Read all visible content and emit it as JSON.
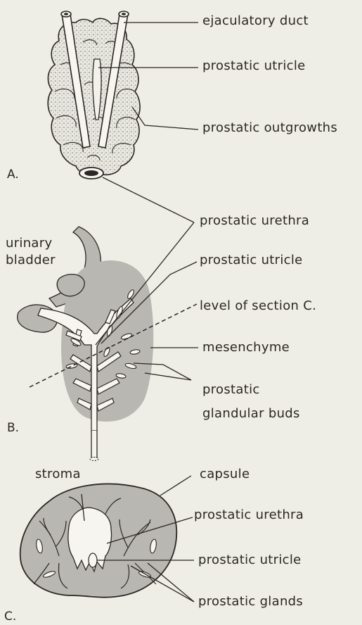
{
  "colors": {
    "background": "#efeee6",
    "ink": "#2b2724",
    "tissue": "#b9b7b2",
    "tissue_dark": "#9a9894",
    "duct": "#f6f5ef"
  },
  "panel_a": {
    "letter": "A.",
    "labels": {
      "ejaculatory_duct": "ejaculatory duct",
      "prostatic_utricle": "prostatic utricle",
      "prostatic_outgrowths": "prostatic outgrowths"
    }
  },
  "panel_b": {
    "letter": "B.",
    "labels": {
      "prostatic_urethra": "prostatic urethra",
      "urinary_bladder_line1": "urinary",
      "urinary_bladder_line2": "bladder",
      "prostatic_utricle": "prostatic utricle",
      "level_of_section": "level of section C.",
      "mesenchyme": "mesenchyme",
      "glandular_buds_line1": "prostatic",
      "glandular_buds_line2": "glandular buds"
    }
  },
  "panel_c": {
    "letter": "C.",
    "labels": {
      "stroma": "stroma",
      "capsule": "capsule",
      "prostatic_urethra": "prostatic urethra",
      "prostatic_utricle": "prostatic utricle",
      "prostatic_glands": "prostatic glands"
    }
  }
}
